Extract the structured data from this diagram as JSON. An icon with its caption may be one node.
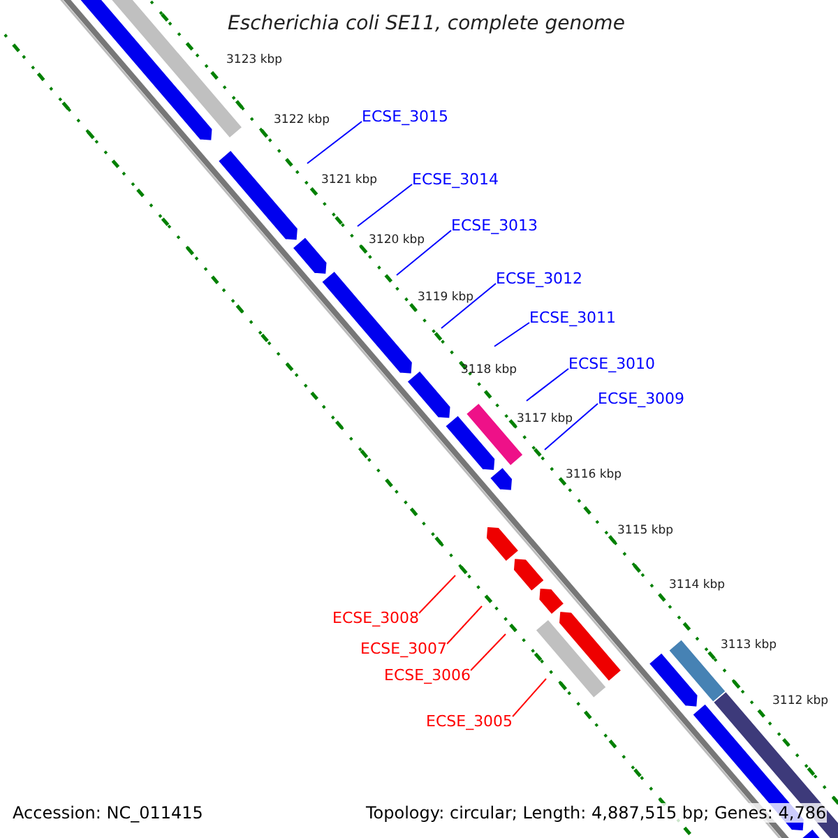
{
  "diagram": {
    "title": "Escherichia coli SE11, complete genome",
    "nodes": [
      {
        "text": [
          "ECSE_3015"
        ]
      },
      {
        "text": [
          "ECSE_3014"
        ]
      },
      {
        "text": [
          "ECSE_3013"
        ]
      },
      {
        "text": [
          "ECSE_3012"
        ]
      },
      {
        "text": [
          "ECSE_3011"
        ]
      },
      {
        "text": [
          "ECSE_3010"
        ]
      },
      {
        "text": [
          "ECSE_3009"
        ]
      },
      {
        "text": [
          "ECSE_3008"
        ]
      },
      {
        "text": [
          "ECSE_3007"
        ]
      },
      {
        "text": [
          "ECSE_3006"
        ]
      },
      {
        "text": [
          "ECSE_3005"
        ]
      }
    ],
    "edges": [
      {
        "from": 0,
        "to": null,
        "arrow": "none"
      },
      {
        "from": 1,
        "to": null,
        "arrow": "none"
      },
      {
        "from": 2,
        "to": null,
        "arrow": "none"
      },
      {
        "from": 3,
        "to": null,
        "arrow": "none"
      },
      {
        "from": 4,
        "to": null,
        "arrow": "none"
      },
      {
        "from": 5,
        "to": null,
        "arrow": "none"
      },
      {
        "from": 6,
        "to": null,
        "arrow": "none"
      },
      {
        "from": 7,
        "to": null,
        "arrow": "none",
        "color": "#ff0000"
      },
      {
        "from": 8,
        "to": null,
        "arrow": "none",
        "color": "#ff0000"
      },
      {
        "from": 9,
        "to": null,
        "arrow": "none",
        "color": "#ff0000"
      },
      {
        "from": 10,
        "to": null,
        "arrow": "none",
        "color": "#ff0000"
      }
    ],
    "labels": [
      "3123 kbp",
      "3122 kbp",
      "3121 kbp",
      "3120 kbp",
      "3119 kbp",
      "3118 kbp",
      "3117 kbp",
      "3116 kbp",
      "3115 kbp",
      "3114 kbp",
      "3113 kbp",
      "3112 kbp",
      "Accession: NC_011415",
      "Topology: circular; Length: 4,887,515 bp; Genes: 4,786"
    ]
  }
}
